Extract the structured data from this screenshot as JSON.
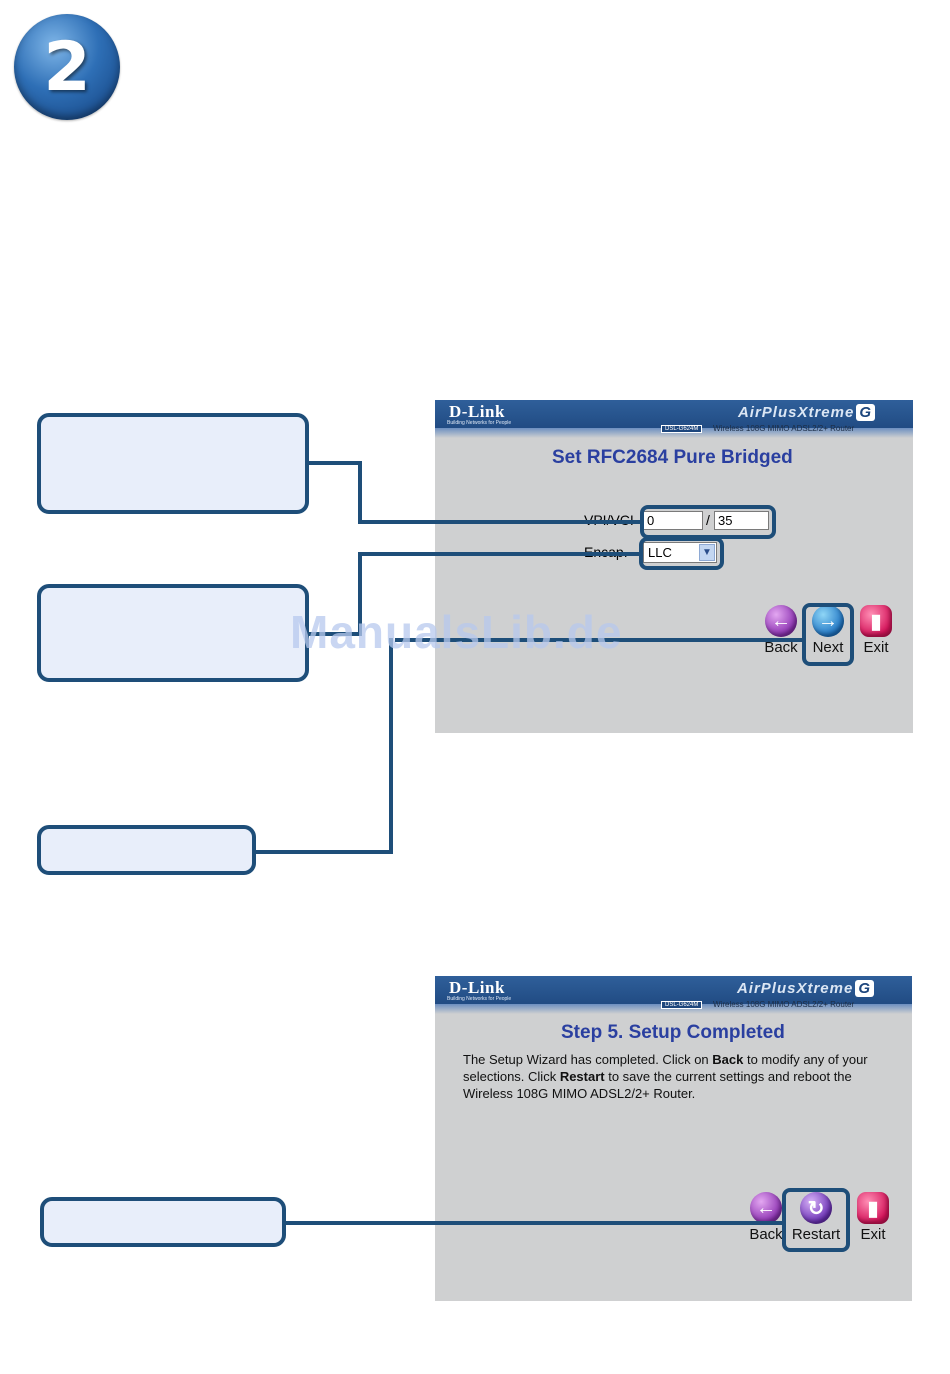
{
  "step_number": "2",
  "panel1": {
    "brand": "D-Link",
    "brand_tagline": "Building Networks for People",
    "product_line": "AirPlusXtreme",
    "product_suffix": "G",
    "model": "DSL-G624M",
    "model_desc": "Wireless 108G MIMO ADSL2/2+ Router",
    "title": "Set RFC2684 Pure Bridged",
    "vpi_vci_label": "VPI/VCI",
    "vpi_value": "0",
    "separator": "/",
    "vci_value": "35",
    "encap_label": "Encap.",
    "encap_value": "LLC",
    "back_label": "Back",
    "next_label": "Next",
    "exit_label": "Exit"
  },
  "panel2": {
    "brand": "D-Link",
    "brand_tagline": "Building Networks for People",
    "product_line": "AirPlusXtreme",
    "product_suffix": "G",
    "model": "DSL-G624M",
    "model_desc": "Wireless 108G MIMO ADSL2/2+ Router",
    "title": "Step 5. Setup Completed",
    "desc_1": "The Setup Wizard has completed. Click on ",
    "desc_back": "Back",
    "desc_2": " to modify any of your selections. Click ",
    "desc_restart": "Restart",
    "desc_3": " to save the current settings and reboot the Wireless 108G MIMO ADSL2/2+ Router.",
    "back_label": "Back",
    "restart_label": "Restart",
    "exit_label": "Exit"
  },
  "watermark": "ManualsLib.de",
  "colors": {
    "callout_border": "#1e4e79",
    "callout_fill": "#e8eefa",
    "title_blue": "#2a3fa0",
    "banner": "#1d467d"
  }
}
